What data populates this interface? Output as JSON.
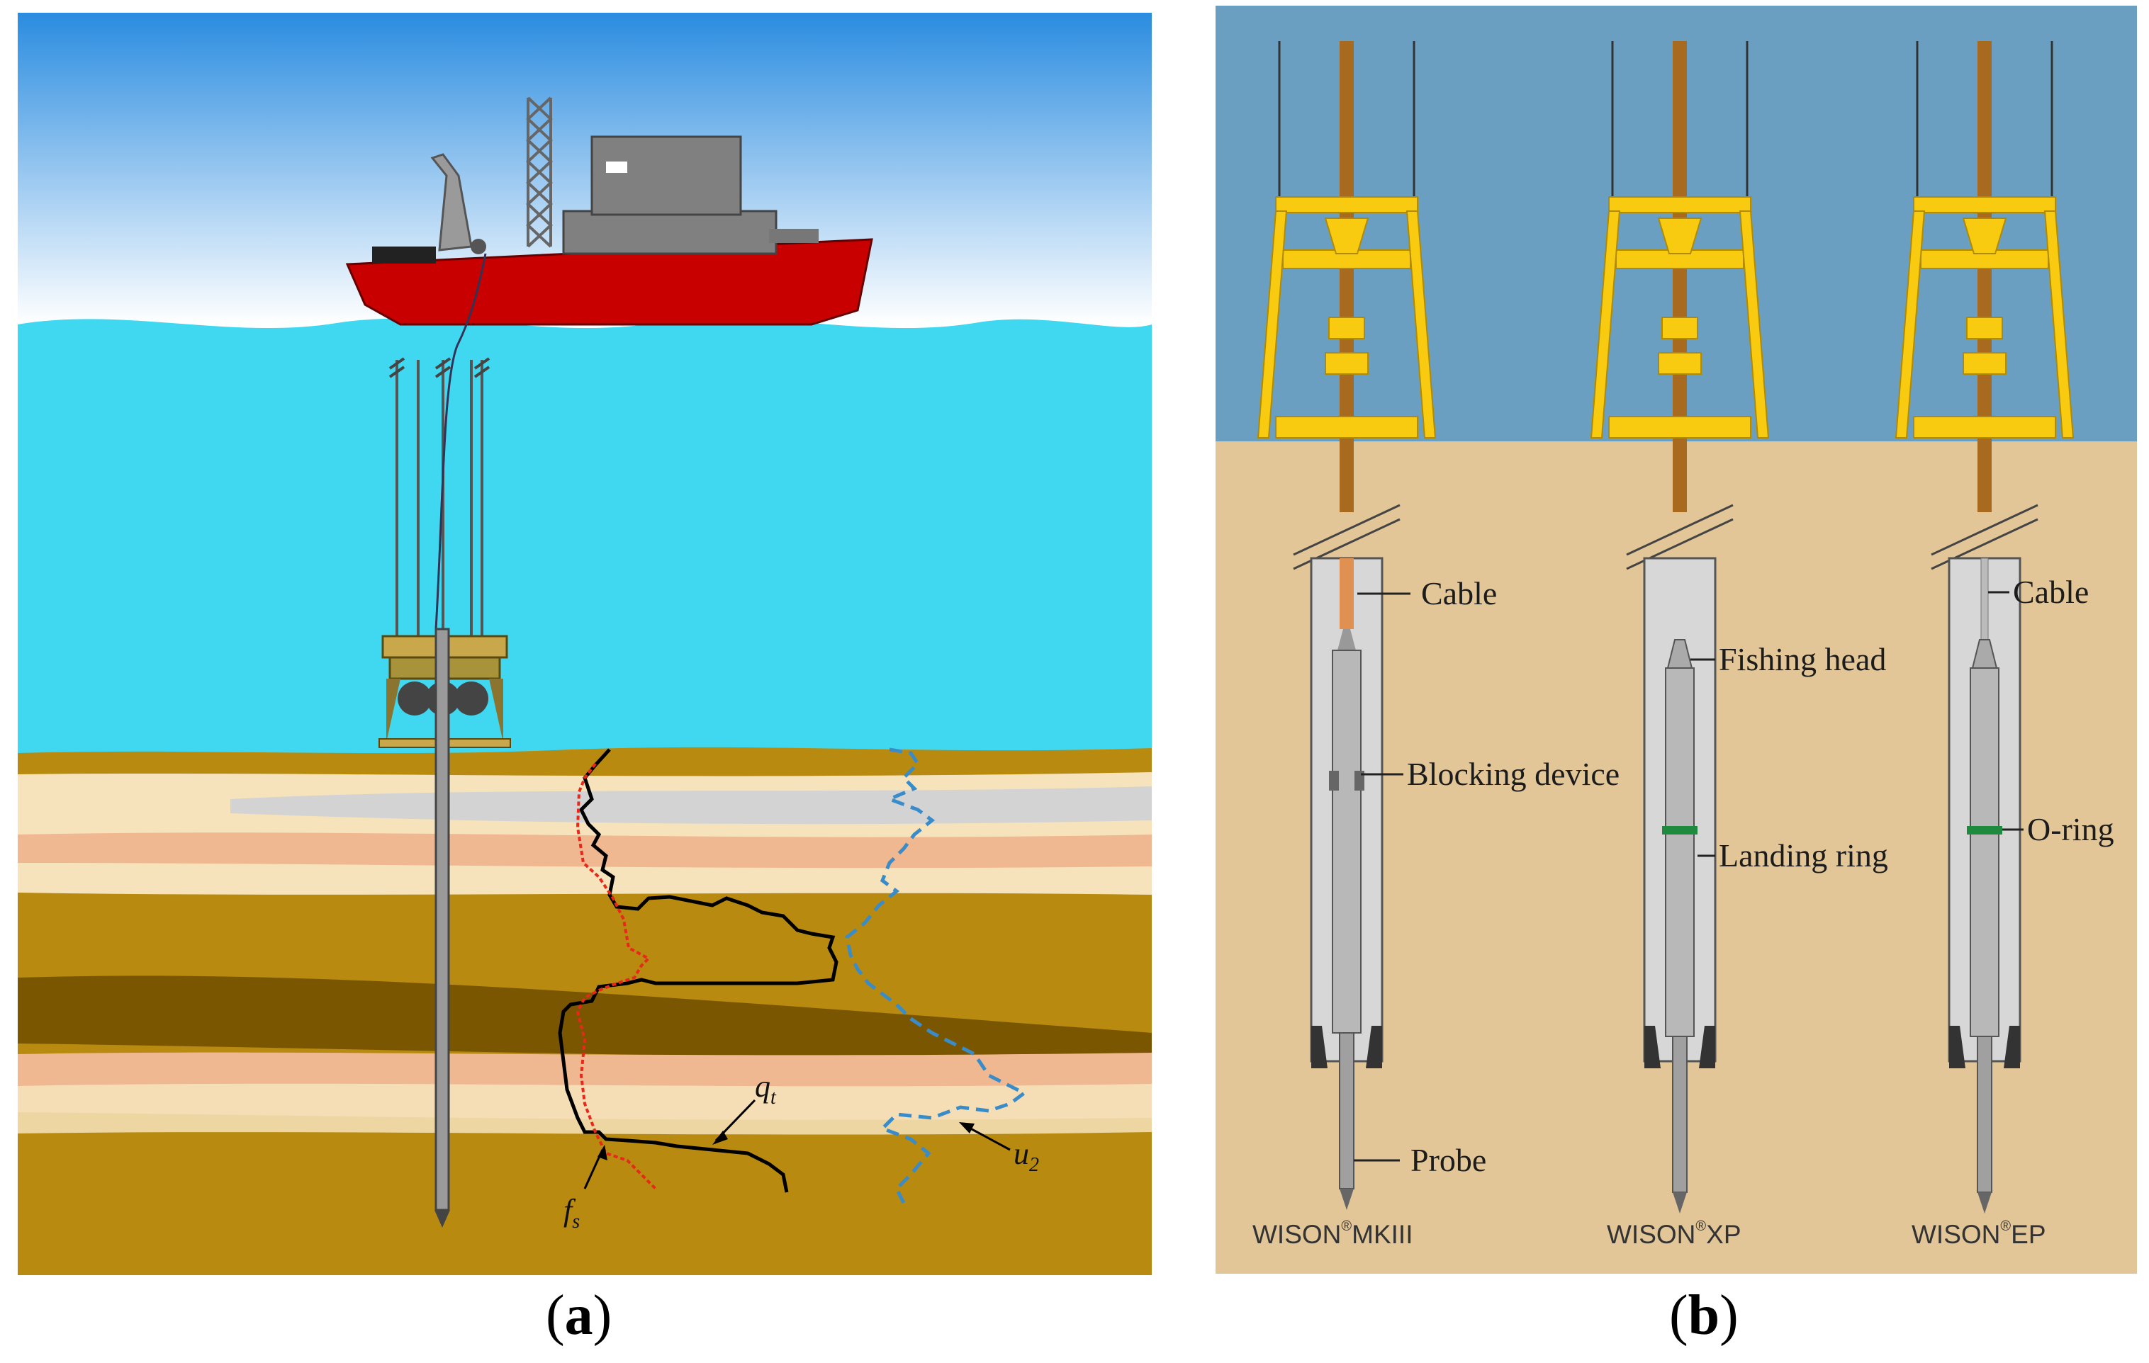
{
  "panel_a": {
    "caption": "a",
    "curve_labels": {
      "qt": "q",
      "qt_sub": "t",
      "fs": "f",
      "fs_sub": "s",
      "u2": "u",
      "u2_sub": "2"
    },
    "colors": {
      "sky_top": "#2a8ce0",
      "sky_bottom": "#ffffff",
      "sea": "#40d8f0",
      "seabed": "#b88a10",
      "vessel_hull": "#c80000",
      "qt_curve": "#000000",
      "fs_curve": "#e8281a",
      "u2_curve": "#3a8cc8"
    }
  },
  "panel_b": {
    "caption": "b",
    "tools": [
      {
        "model": "WISON",
        "registered": "®",
        "variant": "MKIII",
        "labels": [
          "Cable",
          "Blocking device",
          "Probe"
        ]
      },
      {
        "model": "WISON",
        "registered": "®",
        "variant": "XP",
        "labels": [
          "Fishing head",
          "Landing ring"
        ]
      },
      {
        "model": "WISON",
        "registered": "®",
        "variant": "EP",
        "labels": [
          "Cable",
          "O-ring"
        ]
      }
    ],
    "colors": {
      "water": "#6a9fc2",
      "soil": "#e2c697",
      "frame": "#f8ca10",
      "drill_rod": "#a86a1e",
      "tool": "#c8c8c8",
      "ring": "#1e8a3e"
    }
  }
}
